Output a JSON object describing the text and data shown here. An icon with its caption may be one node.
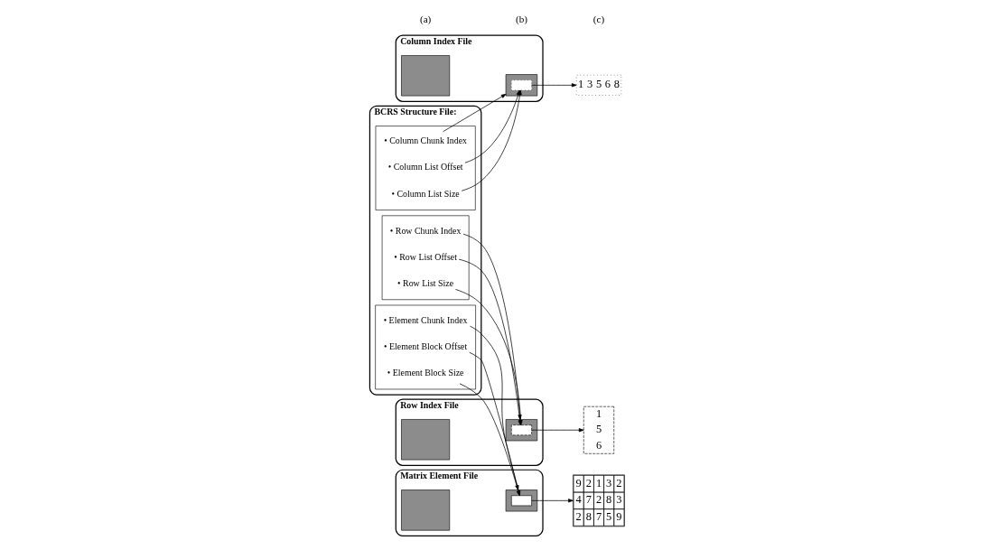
{
  "diagram": {
    "nodes": [
      {
        "text": [
          "BCRS Structure File:"
        ]
      },
      {
        "text": [],
        "shape": "box",
        "in": 0
      },
      {
        "text": [
          "• Column Chunk Index"
        ],
        "in": 1
      },
      {
        "text": [
          "• Column List Offset"
        ],
        "in": 1
      },
      {
        "text": [
          "• Column List Size"
        ],
        "in": 1
      },
      {
        "text": [],
        "shape": "box",
        "in": 0
      },
      {
        "text": [
          "• Row Chunk Index"
        ],
        "in": 5
      },
      {
        "text": [
          "• Row List Offset"
        ],
        "in": 5
      },
      {
        "text": [
          "• Row List Size"
        ],
        "in": 5
      },
      {
        "text": [],
        "shape": "box",
        "in": 0
      },
      {
        "text": [
          "• Element Chunk Index"
        ],
        "in": 9
      },
      {
        "text": [
          "• Element Block Offset"
        ],
        "in": 9
      },
      {
        "text": [
          "• Element Block Size"
        ],
        "in": 9
      },
      {
        "text": [
          "Column Index File"
        ]
      },
      {
        "text": [],
        "shape": "box",
        "in": 13
      },
      {
        "text": [],
        "shape": "box",
        "in": 14
      },
      {
        "text": [],
        "shape": "box",
        "in": 13
      },
      {
        "text": [
          "Row Index File"
        ]
      },
      {
        "text": [],
        "shape": "box",
        "in": 17
      },
      {
        "text": [],
        "shape": "box",
        "in": 17
      },
      {
        "text": [],
        "shape": "box",
        "in": 19
      },
      {
        "text": [
          "Matrix Element File"
        ]
      },
      {
        "text": [],
        "shape": "box",
        "in": 21
      },
      {
        "text": [],
        "shape": "box",
        "in": 22
      },
      {
        "text": [],
        "shape": "box",
        "in": 21
      },
      {
        "text": [
          "1",
          "3",
          "5",
          "6",
          "8"
        ]
      },
      {
        "text": [
          "1",
          "5",
          "6"
        ]
      },
      {
        "text": [
          "9",
          "2",
          "1",
          "3",
          "2",
          "4",
          "7",
          "2",
          "8",
          "3",
          "2",
          "8",
          "7",
          "5",
          "9"
        ]
      }
    ],
    "edges": [
      {
        "from": 2,
        "to": 14,
        "arrow": "to"
      },
      {
        "from": 3,
        "to": 15,
        "arrow": "to"
      },
      {
        "from": 4,
        "to": 15,
        "arrow": "to"
      },
      {
        "from": 15,
        "to": 25,
        "arrow": "to"
      },
      {
        "from": 6,
        "to": 19,
        "arrow": "to"
      },
      {
        "from": 7,
        "to": 20,
        "arrow": "to"
      },
      {
        "from": 8,
        "to": 20,
        "arrow": "to"
      },
      {
        "from": 20,
        "to": 26,
        "arrow": "to"
      },
      {
        "from": 10,
        "to": 22,
        "arrow": "to"
      },
      {
        "from": 11,
        "to": 23,
        "arrow": "to"
      },
      {
        "from": 12,
        "to": 23,
        "arrow": "to"
      },
      {
        "from": 23,
        "to": 27,
        "arrow": "to"
      }
    ],
    "labels": [
      "(a)",
      "(b)",
      "(c)"
    ]
  }
}
